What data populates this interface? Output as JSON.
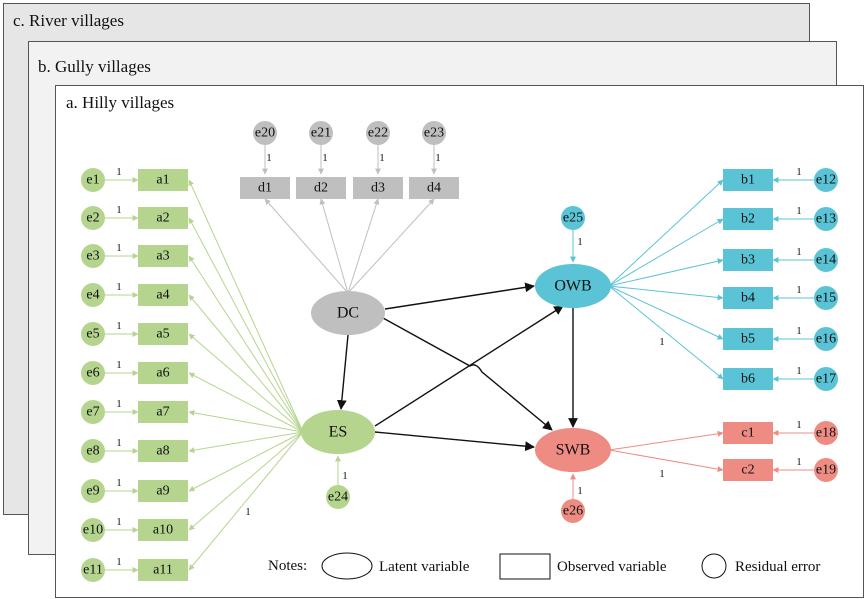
{
  "panels": {
    "river": "c. River villages",
    "gully": "b. Gully villages",
    "hilly": "a. Hilly villages"
  },
  "colors": {
    "green_fill": "#b5d58f",
    "green_line": "#b5d58f",
    "grey_fill": "#bfbfbf",
    "grey_line": "#bfbfbf",
    "blue_fill": "#5bc3d6",
    "blue_line": "#5bc3d6",
    "red_fill": "#ee8c84",
    "red_line": "#ee8c84",
    "black_line": "#111111"
  },
  "latents": {
    "dc": "DC",
    "es": "ES",
    "owb": "OWB",
    "swb": "SWB"
  },
  "a_items": [
    "a1",
    "a2",
    "a3",
    "a4",
    "a5",
    "a6",
    "a7",
    "a8",
    "a9",
    "a10",
    "a11"
  ],
  "a_errors": [
    "e1",
    "e2",
    "e3",
    "e4",
    "e5",
    "e6",
    "e7",
    "e8",
    "e9",
    "e10",
    "e11"
  ],
  "d_items": [
    "d1",
    "d2",
    "d3",
    "d4"
  ],
  "d_errors": [
    "e20",
    "e21",
    "e22",
    "e23"
  ],
  "b_items": [
    "b1",
    "b2",
    "b3",
    "b4",
    "b5",
    "b6"
  ],
  "b_errors": [
    "e12",
    "e13",
    "e14",
    "e15",
    "e16",
    "e17"
  ],
  "c_items": [
    "c1",
    "c2"
  ],
  "c_errors": [
    "e18",
    "e19"
  ],
  "latent_errors": {
    "owb": "e25",
    "es": "e24",
    "swb": "e26"
  },
  "fixed_loading": "1",
  "notes": {
    "label": "Notes:",
    "latent": "Latent variable",
    "observed": "Observed variable",
    "residual": "Residual error"
  }
}
